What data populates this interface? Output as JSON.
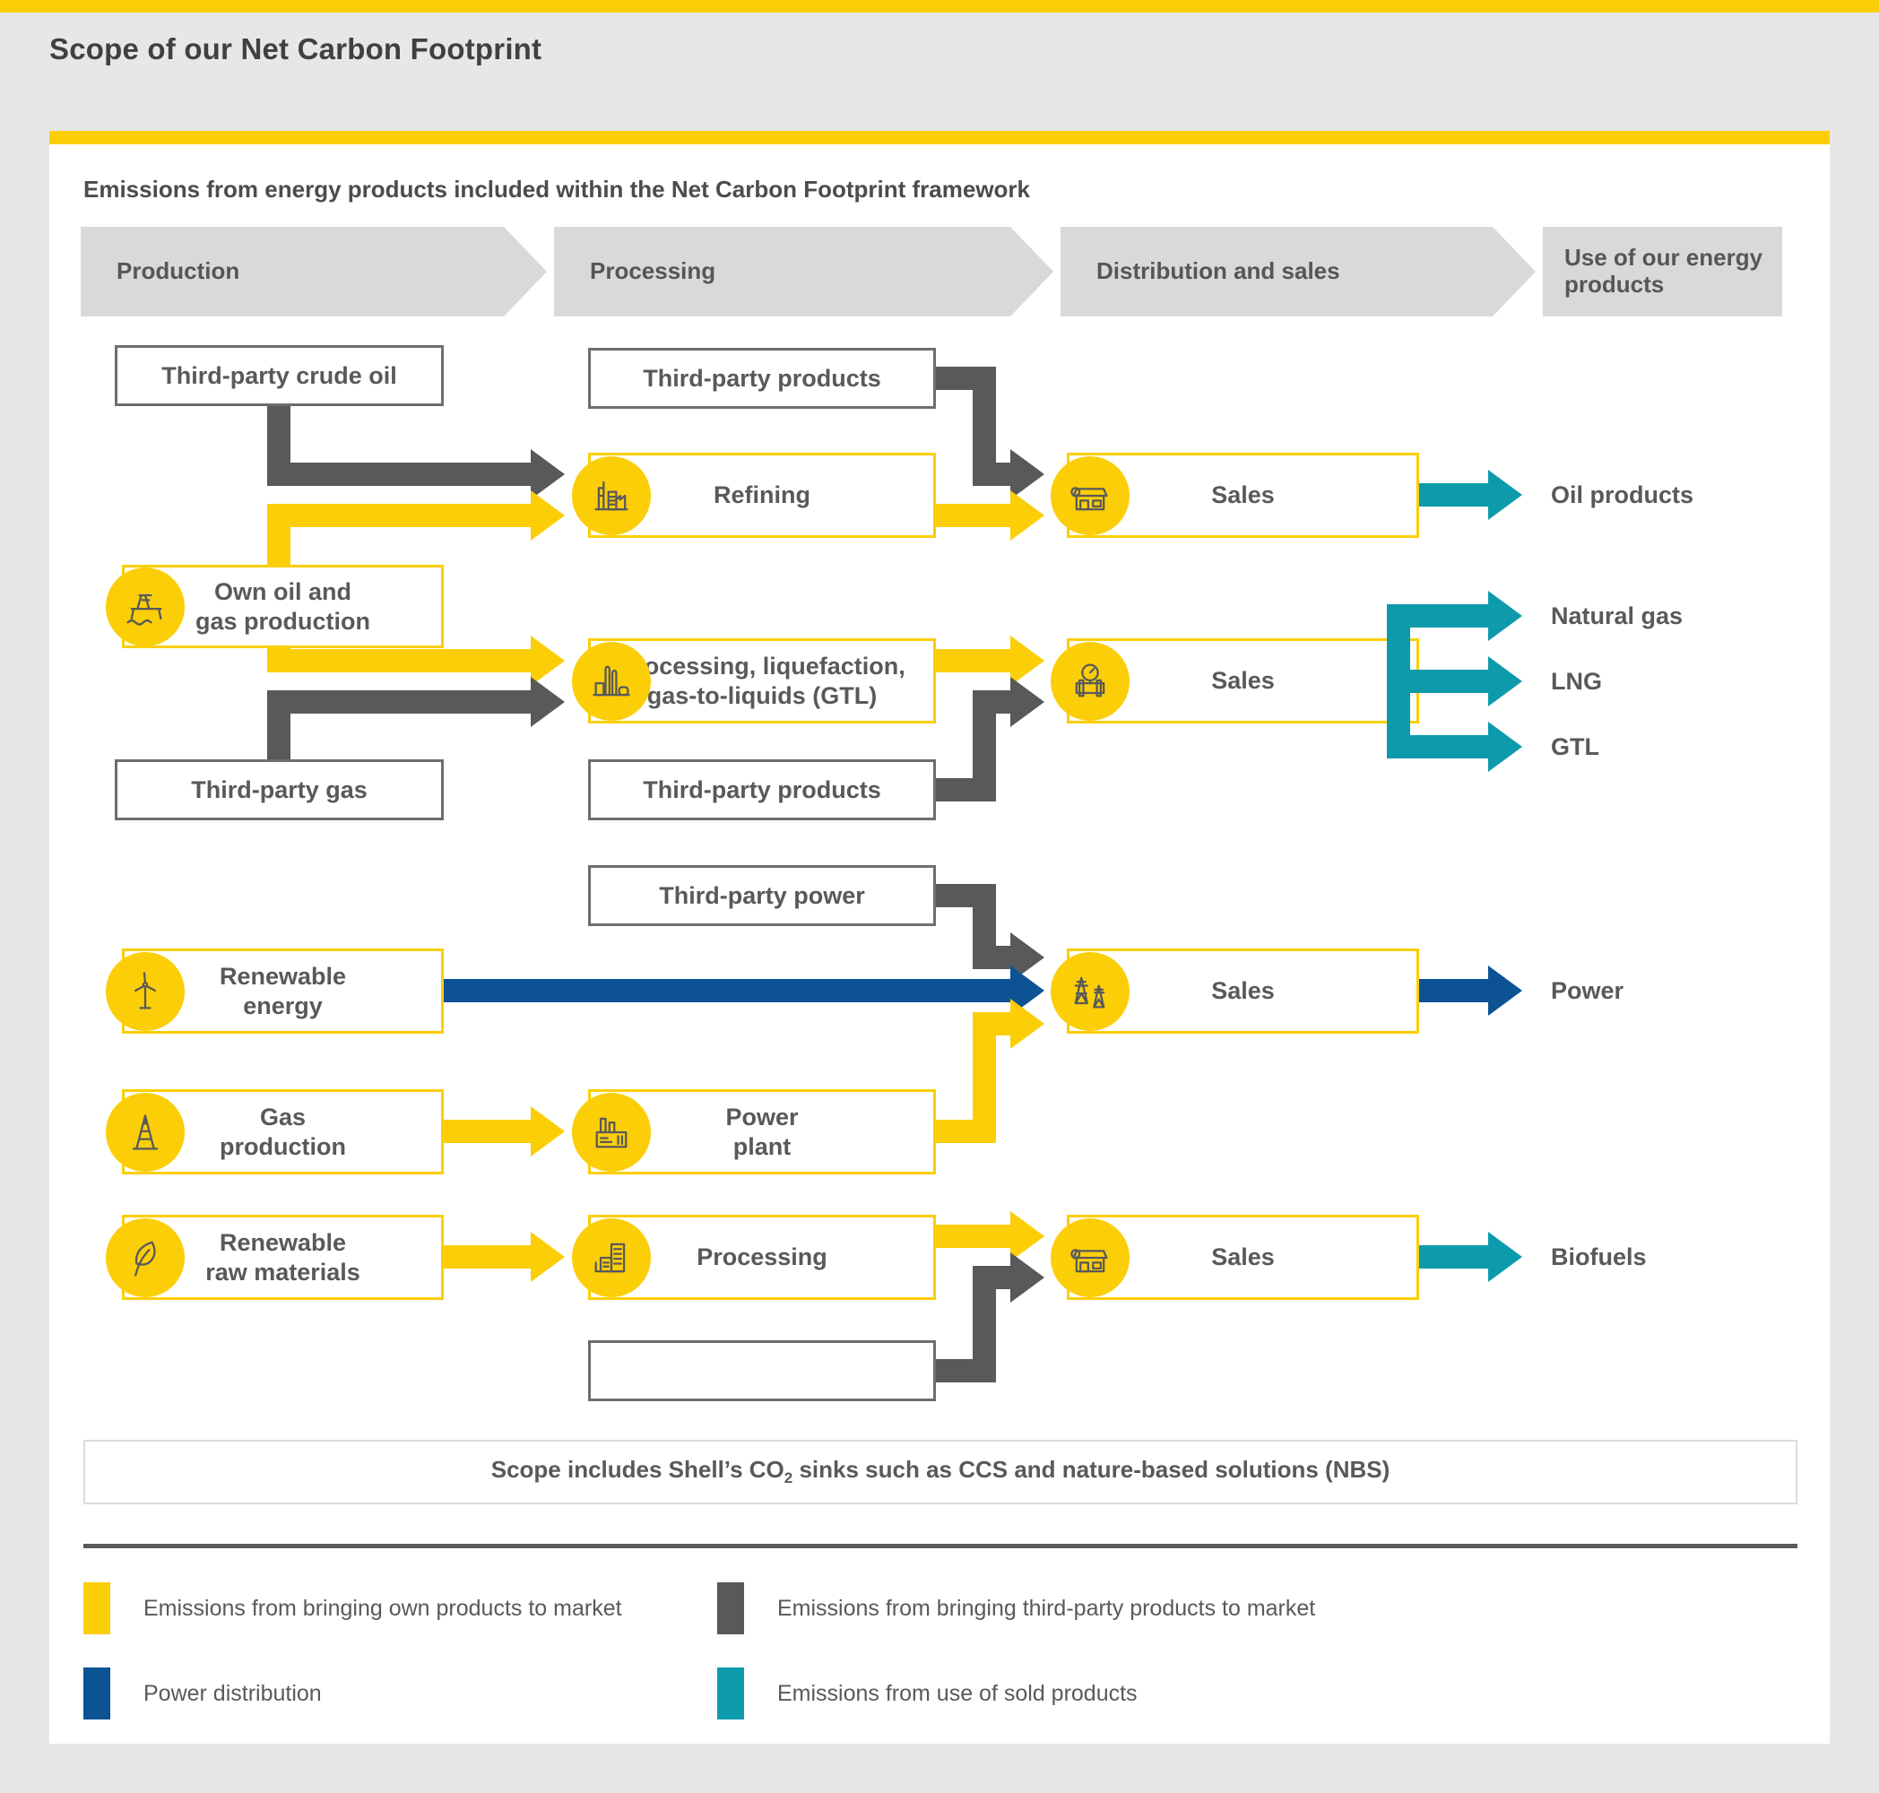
{
  "page": {
    "title": "Scope of our Net Carbon Footprint",
    "subtitle": "Emissions from energy products included within the Net Carbon Footprint framework"
  },
  "stages": {
    "production": "Production",
    "processing": "Processing",
    "distribution": "Distribution and sales",
    "use": "Use of our energy products"
  },
  "nodes": {
    "crude_oil": {
      "label": "Third-party crude oil"
    },
    "products_oil": {
      "label": "Third-party products"
    },
    "own_oil": {
      "label": "Own oil and\ngas production",
      "icon": "offshore-platform-icon"
    },
    "refining": {
      "label": "Refining",
      "icon": "refinery-icon"
    },
    "sales_oil": {
      "label": "Sales",
      "icon": "storefront-icon"
    },
    "gtl": {
      "label": "Processing, liquefaction,\ngas-to-liquids (GTL)",
      "icon": "gas-plant-icon"
    },
    "sales_gas": {
      "label": "Sales",
      "icon": "pipeline-gauge-icon"
    },
    "gas_3p": {
      "label": "Third-party gas"
    },
    "products_gas": {
      "label": "Third-party products"
    },
    "power_3p": {
      "label": "Third-party power"
    },
    "renewable_energy": {
      "label": "Renewable\nenergy",
      "icon": "wind-turbine-icon"
    },
    "sales_power": {
      "label": "Sales",
      "icon": "power-pylon-icon"
    },
    "gas_production": {
      "label": "Gas\nproduction",
      "icon": "drilling-derrick-icon"
    },
    "power_plant": {
      "label": "Power\nplant",
      "icon": "power-plant-icon"
    },
    "renewable_raw": {
      "label": "Renewable\nraw materials",
      "icon": "leaf-icon"
    },
    "processing_bio": {
      "label": "Processing",
      "icon": "processing-plant-icon"
    },
    "sales_bio": {
      "label": "Sales",
      "icon": "storefront-icon"
    }
  },
  "products": {
    "oil": "Oil products",
    "natural_gas": "Natural gas",
    "lng": "LNG",
    "gtl": "GTL",
    "power": "Power",
    "biofuels": "Biofuels"
  },
  "scope_note": {
    "pre": "Scope includes Shell’s CO",
    "sub": "2",
    "post": " sinks such as CCS and nature-based solutions (NBS)"
  },
  "legend": {
    "own": {
      "label": "Emissions from bringing own products to market",
      "color": "#FBCE07"
    },
    "third_party": {
      "label": "Emissions from bringing third-party products to market",
      "color": "#58595B"
    },
    "power": {
      "label": "Power distribution",
      "color": "#0D5293"
    },
    "sold": {
      "label": "Emissions from use of sold products",
      "color": "#0D9BAC"
    }
  },
  "colors": {
    "accent_yellow": "#FBCE07",
    "dark_gray": "#58595B",
    "power_blue": "#0D5293",
    "teal": "#0D9BAC",
    "chevron_gray": "#D9D9D9"
  }
}
